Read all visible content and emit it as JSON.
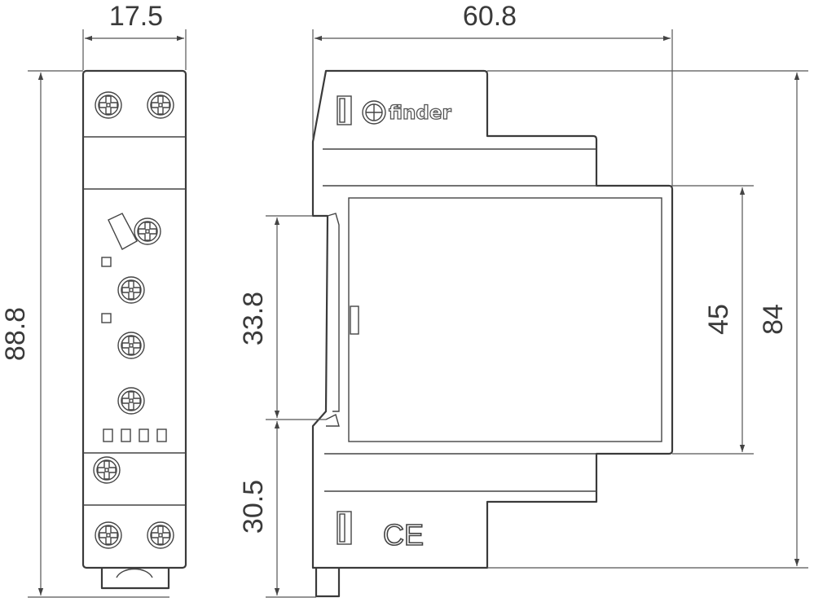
{
  "dimensions": {
    "front_width": "17.5",
    "front_height": "88.8",
    "side_width": "60.8",
    "rail_upper": "33.8",
    "rail_lower": "30.5",
    "cover_height": "45",
    "total_height": "84"
  },
  "logo": {
    "text": "finder"
  },
  "marking": {
    "ce": "CE"
  },
  "icons": {
    "screw_terminal": "screw-terminal-icon",
    "adjust_knob": "potentiometer-icon",
    "brand_logo": "finder-logo-icon",
    "ce_mark": "ce-mark-icon"
  },
  "colors": {
    "line": "#3a3a3a",
    "background": "#ffffff"
  }
}
